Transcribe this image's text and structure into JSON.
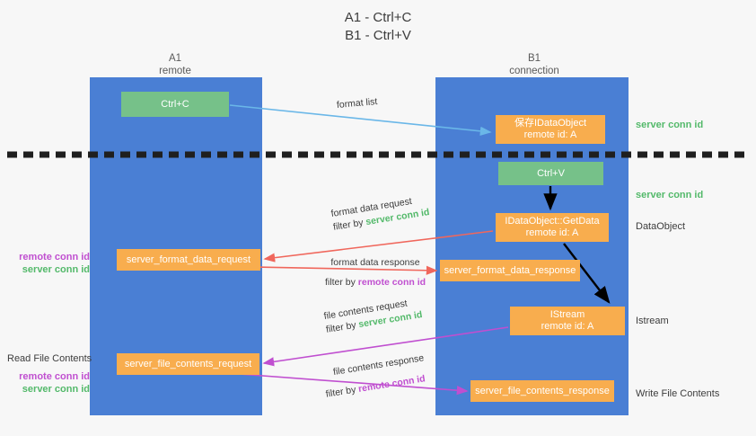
{
  "title": {
    "line1": "A1 - Ctrl+C",
    "line2": "B1 - Ctrl+V"
  },
  "columns": {
    "left": {
      "name": "A1",
      "role": "remote"
    },
    "right": {
      "name": "B1",
      "role": "connection"
    }
  },
  "boxes": {
    "ctrl_c": {
      "label": "Ctrl+C",
      "color": "#76c189"
    },
    "idataobject": {
      "line1": "保存IDataObject",
      "line2": "remote id: A",
      "color": "#f8ad4e"
    },
    "ctrl_v": {
      "label": "Ctrl+V",
      "color": "#76c189"
    },
    "getdata": {
      "line1": "IDataObject::GetData",
      "line2": "remote id: A",
      "color": "#f8ad4e"
    },
    "server_format_data_request": {
      "label": "server_format_data_request",
      "color": "#f8ad4e"
    },
    "server_format_data_response": {
      "label": "server_format_data_response",
      "color": "#f8ad4e"
    },
    "istream": {
      "line1": "IStream",
      "line2": "remote id: A",
      "color": "#f8ad4e"
    },
    "server_file_contents_request": {
      "label": "server_file_contents_request",
      "color": "#f8ad4e"
    },
    "server_file_contents_response": {
      "label": "server_file_contents_response",
      "color": "#f8ad4e"
    }
  },
  "arrow_labels": {
    "format_list": "format list",
    "format_data_request": "format data request",
    "format_data_response": "format data response",
    "file_contents_request": "file contents request",
    "file_contents_response": "file contents response",
    "filter_by": "filter by "
  },
  "filters": {
    "server_conn_id": "server conn id",
    "remote_conn_id": "remote conn id"
  },
  "side_notes": {
    "right_server_conn_1": "server conn id",
    "right_server_conn_2": "server conn id",
    "dataobject": "DataObject",
    "istream": "Istream",
    "write_file_contents": "Write File Contents",
    "read_file_contents": "Read File Contents",
    "left_remote_conn_1": "remote conn id",
    "left_server_conn_1": "server conn id",
    "left_remote_conn_2": "remote conn id",
    "left_server_conn_2": "server conn id"
  },
  "colors": {
    "lane": "#4a7fd4",
    "green_box": "#76c189",
    "orange_box": "#f8ad4e",
    "green_text": "#53b96a",
    "magenta_text": "#c04fd0",
    "red_arrow": "#f0675c",
    "blue_arrow": "#6ab7e8",
    "magenta_arrow": "#c04fd0",
    "black_arrow": "#000000",
    "background": "#f7f7f7"
  }
}
